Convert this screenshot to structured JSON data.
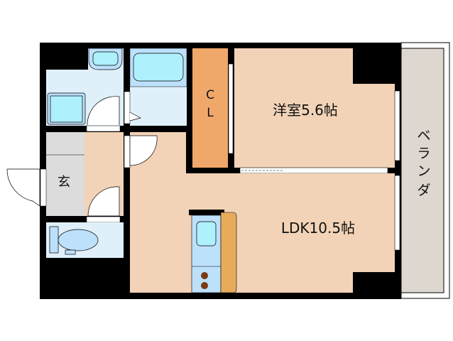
{
  "rooms": {
    "closet": {
      "label_line1": "C",
      "label_line2": "L"
    },
    "western_room": {
      "label": "洋室5.6帖"
    },
    "entrance": {
      "label": "玄"
    },
    "ldk": {
      "label": "LDK10.5帖"
    },
    "veranda": {
      "chars": [
        "ベ",
        "ラ",
        "ン",
        "ダ"
      ]
    }
  },
  "colors": {
    "wall": "#000000",
    "floor": "#f2d3b7",
    "wet_area": "#dff0fb",
    "fixture": "#bde0fb",
    "fixture_inner": "#aef0fb",
    "closet": "#f0a86a",
    "counter": "#e6ac5c",
    "entrance": "#dcdcdc",
    "veranda": "#ded7cf",
    "burner": "#7a3a12"
  }
}
